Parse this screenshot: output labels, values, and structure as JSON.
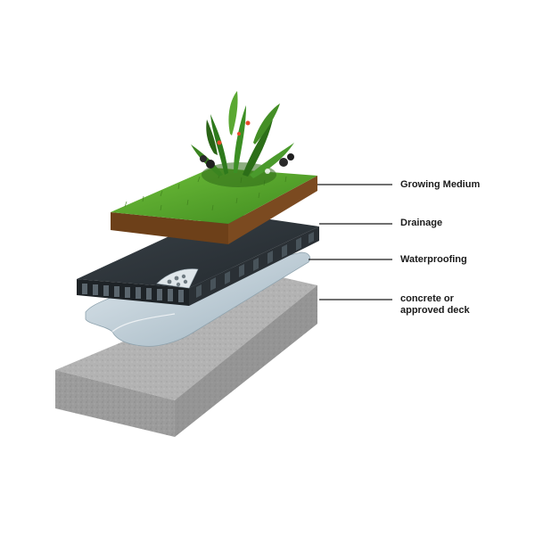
{
  "layers": {
    "growing_medium": "Growing Medium",
    "drainage": "Drainage",
    "waterproofing": "Waterproofing",
    "deck_line1": "concrete or",
    "deck_line2": "approved deck"
  },
  "colors": {
    "grass": "#5aa02c",
    "soil": "#7a4a1e",
    "drainage": "#2e353b",
    "membrane": "#b9cad3",
    "concrete": "#9a9a9a",
    "leader_line": "#1a1a1a"
  }
}
